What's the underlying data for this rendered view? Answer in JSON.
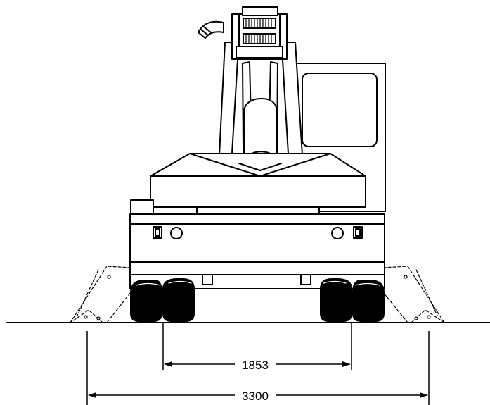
{
  "drawing": {
    "subject": "crane",
    "dimensions": {
      "inner_track": "1853",
      "outer_track": "3300"
    }
  },
  "colors": {
    "line": "#000000",
    "background": "#ffffff"
  }
}
